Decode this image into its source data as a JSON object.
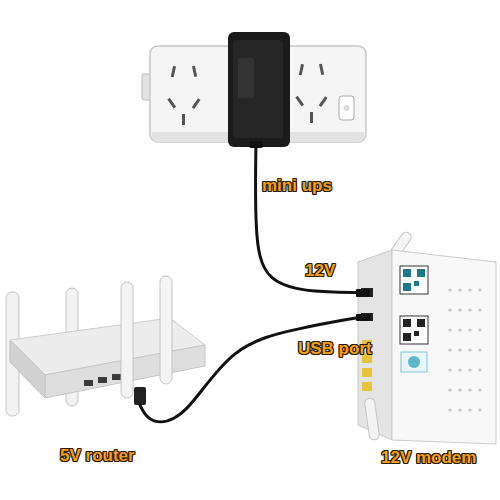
{
  "diagram": {
    "nodes": [
      {
        "text": [
          "mini ups"
        ]
      },
      {
        "text": [
          "5V router"
        ]
      },
      {
        "text": [
          "12V modem"
        ]
      }
    ],
    "edges": [
      {
        "from": 0,
        "to": 2,
        "label": "12V",
        "arrow": "none"
      },
      {
        "from": 2,
        "to": 1,
        "label": "USB port",
        "arrow": "none"
      }
    ]
  }
}
